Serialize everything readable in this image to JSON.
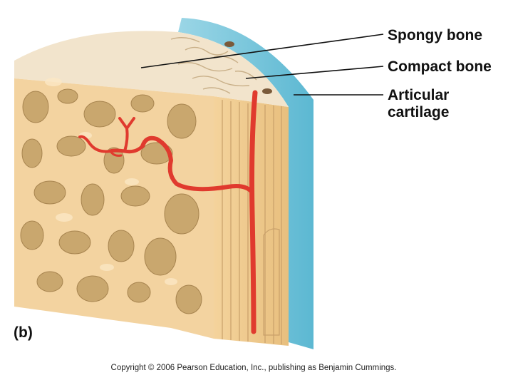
{
  "labels": {
    "spongy_bone": "Spongy bone",
    "compact_bone": "Compact bone",
    "articular_cartilage_line1": "Articular",
    "articular_cartilage_line2": "cartilage"
  },
  "panel_letter": "(b)",
  "copyright": "Copyright © 2006 Pearson Education, Inc., publishing as Benjamin Cummings.",
  "colors": {
    "bone": "#f3d3a0",
    "bone_shadow": "#c9a76e",
    "compact_surface": "#efe3cc",
    "cartilage": "#7cc9dc",
    "vessel": "#e03a2e"
  }
}
